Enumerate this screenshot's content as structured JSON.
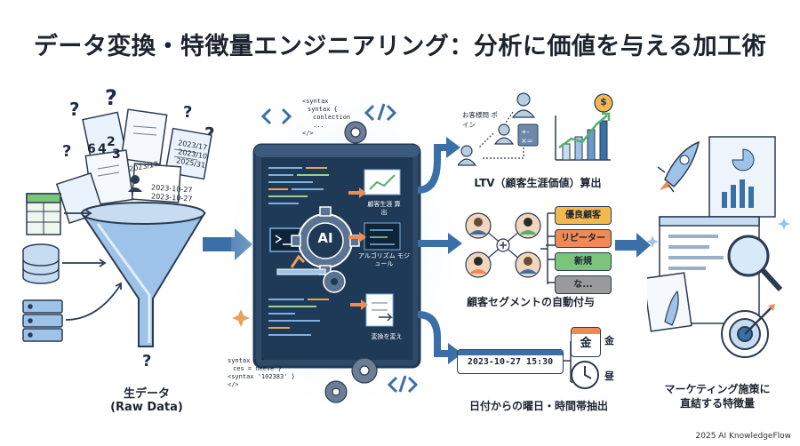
{
  "title": "データ変換・特徴量エンジニアリング：分析に価値を与える加工術",
  "raw": {
    "label_line1": "生データ",
    "label_line2": "(Raw Data)",
    "doc_dates": [
      "2023/17",
      "2023/10",
      "2025/31"
    ],
    "doc_date2": "2023-10-27",
    "doc_date3": "2023-10-27",
    "numbers": [
      "2",
      "3",
      "6",
      "4"
    ]
  },
  "processor": {
    "ai_label": "AI",
    "step1": "顧客生涯 算出",
    "step2": "アルゴリズム モジュール",
    "step3": "変換を変え",
    "syntax_top": [
      "<syntax",
      "syntax {",
      "conlection",
      "...",
      "</>"
    ],
    "syntax_bottom": [
      "syntax : \"",
      "ces = neeve }",
      "<syntax  '102383' }",
      "</>"
    ]
  },
  "outputs": {
    "ltv": {
      "caption": "LTV（顧客生涯価値）算出",
      "person_label": "お客様問 ポイン",
      "currency_symbol": "$"
    },
    "segment": {
      "caption": "顧客セグメントの自動付与",
      "tags": [
        {
          "label": "優良顧客",
          "color": "#f3b94f"
        },
        {
          "label": "リピーター",
          "color": "#ee8a54"
        },
        {
          "label": "新規",
          "color": "#7cc47a"
        },
        {
          "label": "な...",
          "color": "#9a9a9a"
        }
      ]
    },
    "datetime": {
      "caption": "日付からの曜日・時間帯抽出",
      "timestamp": "2023-10-27 15:30",
      "weekday": "金",
      "weekday_label": "金",
      "time_label": "昼"
    }
  },
  "final": {
    "caption_line1": "マーケティング施策に",
    "caption_line2": "直結する特徴量"
  },
  "footer": {
    "copyright": "2025 AI KnowledgeFlow"
  },
  "colors": {
    "primary": "#2c5e91",
    "dark_panel": "#1f3a56",
    "accent_green": "#52b06a",
    "accent_orange": "#ee8a54",
    "arrow": "#3a6fa8"
  }
}
